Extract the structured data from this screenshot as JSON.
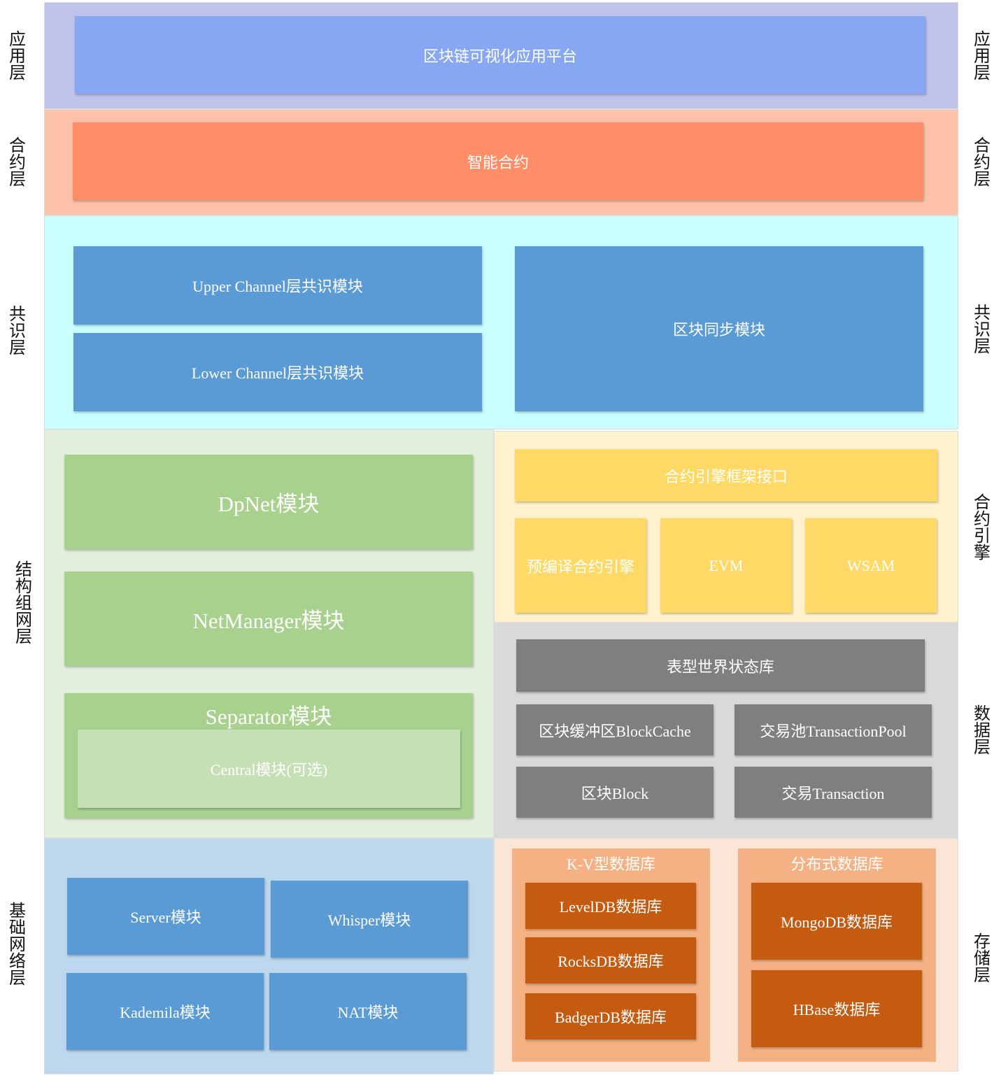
{
  "colors": {
    "app_band": "#bfc3ea",
    "app_box": "#87a7f3",
    "contract_band": "#fcc1a8",
    "contract_box": "#fe8d68",
    "consensus_band": "#caffff",
    "consensus_box": "#5b9bd5",
    "struct_band": "#e2efda",
    "struct_box": "#a9d18e",
    "struct_inner": "#c5e0b4",
    "engine_band": "#fff2cc",
    "engine_box": "#ffd966",
    "data_band": "#d9d9d9",
    "data_box": "#7f7f7f",
    "base_band": "#bdd7ee",
    "base_box": "#5b9bd5",
    "storage_band": "#fbe5d6",
    "storage_group": "#f4b183",
    "storage_box": "#c55a11"
  },
  "left_labels": {
    "application": "应用层",
    "contract": "合约层",
    "consensus": "共识层",
    "structured_network": "结构组网层",
    "base_network": "基础网络层"
  },
  "right_labels": {
    "application": "应用层",
    "contract": "合约层",
    "consensus": "共识层",
    "contract_engine": "合约引擎",
    "data": "数据层",
    "storage": "存储层"
  },
  "application_layer": {
    "platform": "区块链可视化应用平台"
  },
  "contract_layer": {
    "smart_contract": "智能合约"
  },
  "consensus_layer": {
    "upper": "Upper Channel层共识模块",
    "lower": "Lower Channel层共识模块",
    "sync": "区块同步模块"
  },
  "structured_network_layer": {
    "dpnet": "DpNet模块",
    "netmanager": "NetManager模块",
    "separator": "Separator模块",
    "central": "Central模块(可选)"
  },
  "contract_engine": {
    "interface": "合约引擎框架接口",
    "precompiled": "预编译合约引擎",
    "evm": "EVM",
    "wsam": "WSAM"
  },
  "data_layer": {
    "state_db": "表型世界状态库",
    "block_cache": "区块缓冲区BlockCache",
    "tx_pool": "交易池TransactionPool",
    "block": "区块Block",
    "transaction": "交易Transaction"
  },
  "base_network_layer": {
    "server": "Server模块",
    "whisper": "Whisper模块",
    "kademila": "Kademila模块",
    "nat": "NAT模块"
  },
  "storage_layer": {
    "kv_title": "K-V型数据库",
    "kv_items": [
      "LevelDB数据库",
      "RocksDB数据库",
      "BadgerDB数据库"
    ],
    "dist_title": "分布式数据库",
    "dist_items": [
      "MongoDB数据库",
      "HBase数据库"
    ]
  }
}
